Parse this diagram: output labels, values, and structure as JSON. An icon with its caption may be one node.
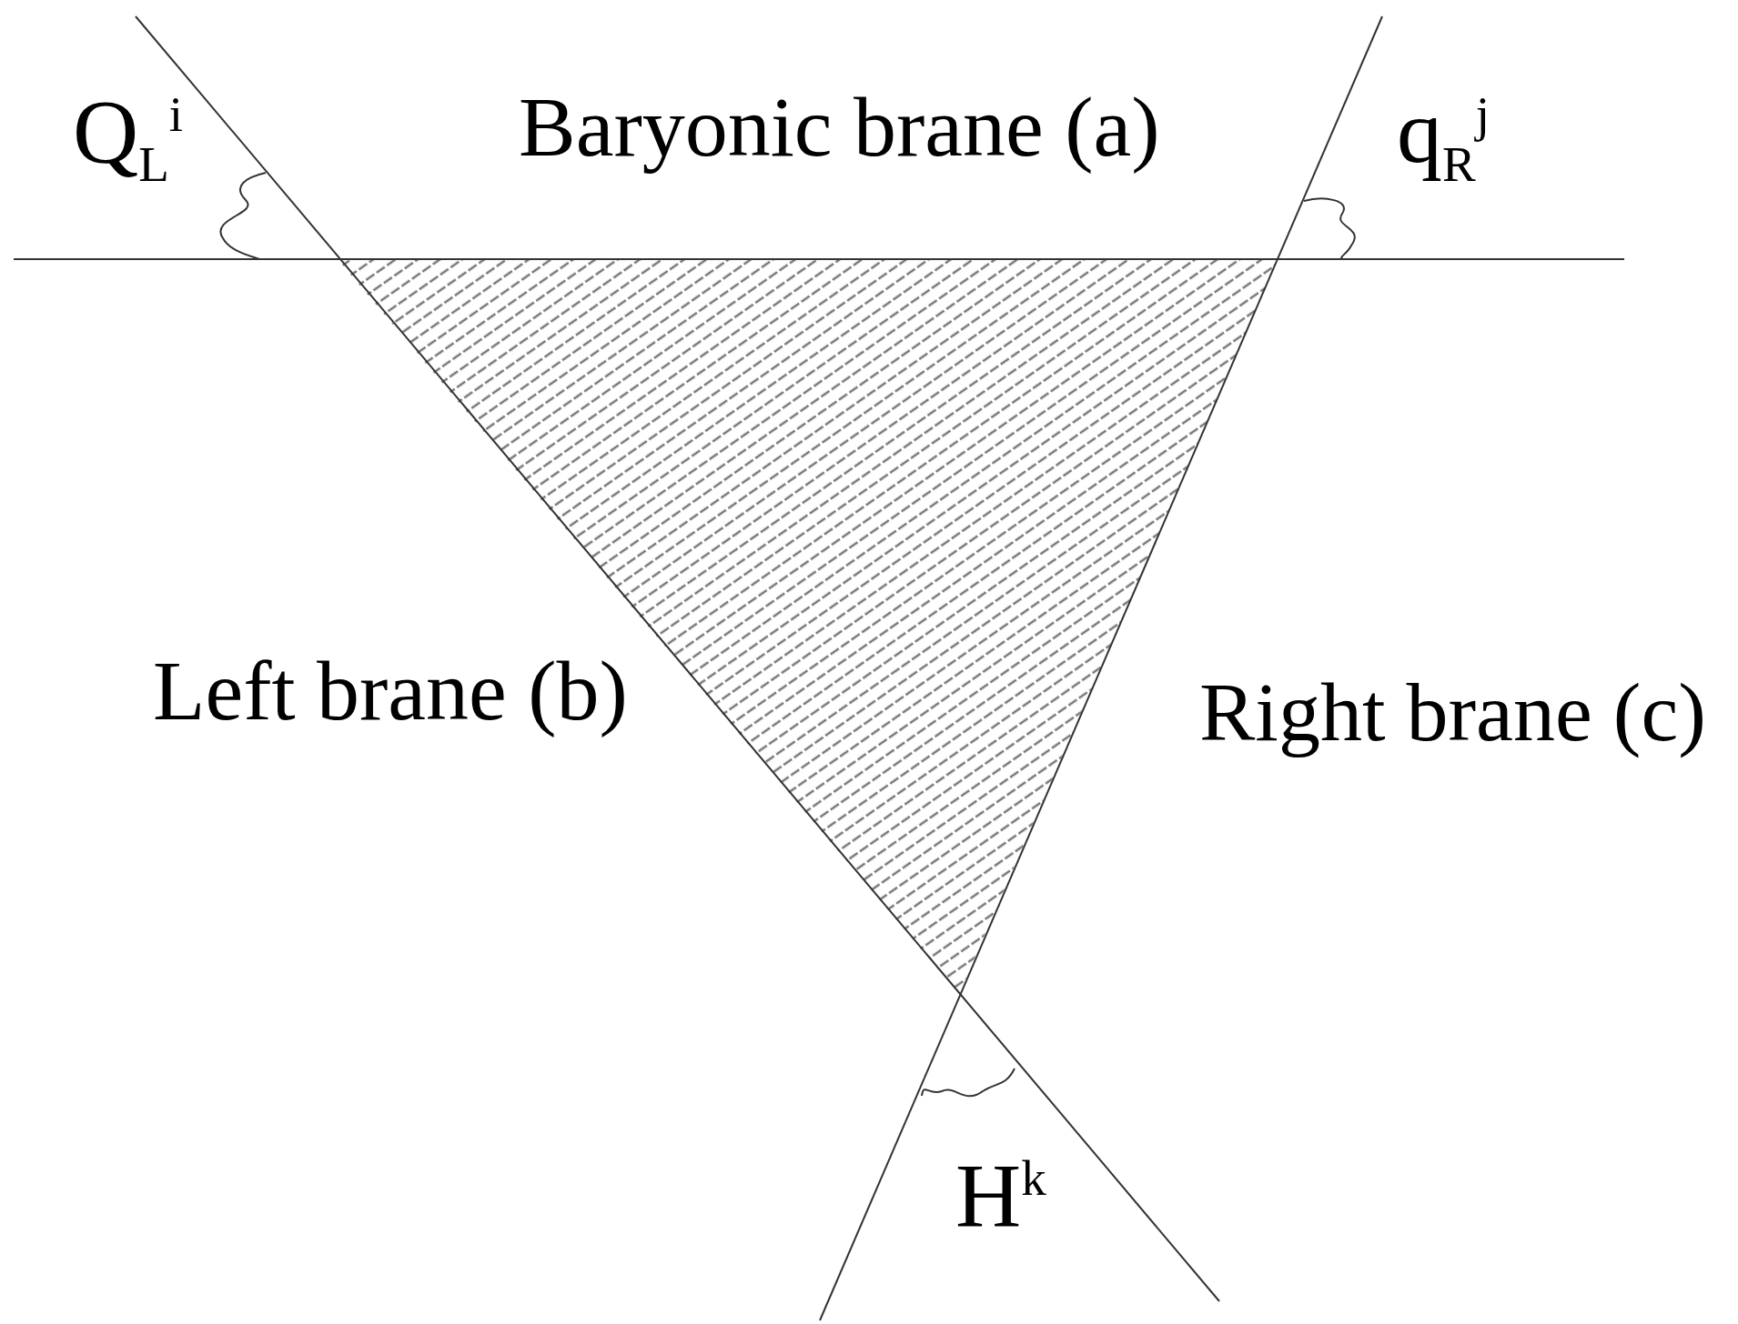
{
  "diagram": {
    "labels": [
      "Q$_{L}$$^{i}$",
      "Baryonic brane (a)",
      "q$_{R}$$^{j}$",
      "Left brane (b)",
      "Right brane (c)",
      "H$^{k}$"
    ]
  }
}
